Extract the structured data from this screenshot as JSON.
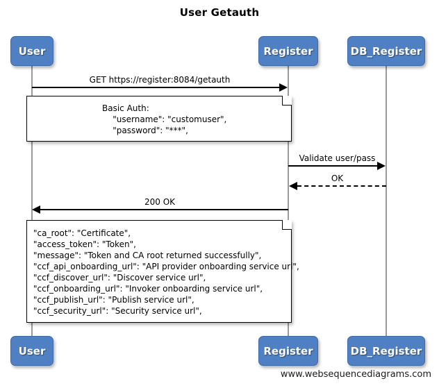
{
  "diagram": {
    "title": "User Getauth",
    "footer": "www.websequencediagrams.com",
    "accent_color": "#5080c4",
    "border_color": "#3d6aa8",
    "lifeline_color": "#9a9a9a",
    "line_color": "#000000"
  },
  "participants": [
    {
      "id": "user",
      "label": "User"
    },
    {
      "id": "register",
      "label": "Register"
    },
    {
      "id": "db_register",
      "label": "DB_Register"
    }
  ],
  "participants_bottom": [
    {
      "id": "user",
      "label": "User"
    },
    {
      "id": "register",
      "label": "Register"
    },
    {
      "id": "db_register",
      "label": "DB_Register"
    }
  ],
  "messages": [
    {
      "id": "m1",
      "label": "GET https://register:8084/getauth",
      "from": "user",
      "to": "register",
      "direction": "right",
      "style": "solid"
    },
    {
      "id": "m2",
      "label": "Validate user/pass",
      "from": "register",
      "to": "db_register",
      "direction": "right",
      "style": "solid"
    },
    {
      "id": "m3",
      "label": "OK",
      "from": "db_register",
      "to": "register",
      "direction": "left",
      "style": "dashed"
    },
    {
      "id": "m4",
      "label": "200 OK",
      "from": "register",
      "to": "user",
      "direction": "left",
      "style": "solid"
    }
  ],
  "notes": [
    {
      "id": "note-basic-auth",
      "align": "centered",
      "lines": [
        "Basic Auth:",
        "    \"username\": \"customuser\",",
        "    \"password\": \"***\","
      ]
    },
    {
      "id": "note-response-payload",
      "align": "left",
      "lines": [
        "\"ca_root\": \"Certificate\",",
        "\"access_token\": \"Token\",",
        "\"message\": \"Token and CA root returned successfully\",",
        "\"ccf_api_onboarding_url\": \"API provider onboarding service url\",",
        "\"ccf_discover_url\": \"Discover service url\",",
        "\"ccf_onboarding_url\": \"Invoker onboarding service url\",",
        "\"ccf_publish_url\": \"Publish service url\",",
        "\"ccf_security_url\": \"Security service url\","
      ]
    }
  ]
}
